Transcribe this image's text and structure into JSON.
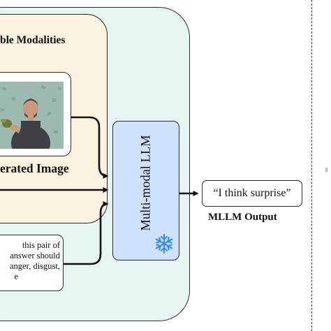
{
  "modalities": {
    "title": "ble Modalities"
  },
  "generated_image": {
    "title": "erated Image"
  },
  "text_prompt": {
    "lines": [
      "this pair of",
      "answer should",
      "anger, disgust,",
      "e"
    ]
  },
  "model": {
    "label": "Multi-modal LLM",
    "frozen_icon": "snowflake-icon"
  },
  "output": {
    "text": "“I think surprise”",
    "label": "MLLM Output"
  },
  "colors": {
    "outer_panel": "#e6f5f4",
    "inner_panel": "#fbf3e0",
    "llm_box": "#cfe2fb",
    "snowflake": "#3b8fe0"
  }
}
